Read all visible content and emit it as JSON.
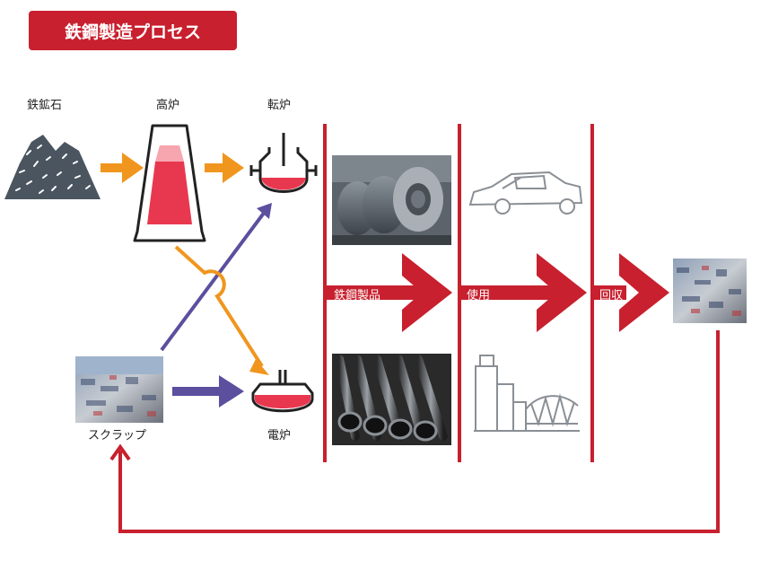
{
  "title": "鉄鋼製造プロセス",
  "labels": {
    "iron_ore": "鉄鉱石",
    "blast_furnace": "高炉",
    "converter": "転炉",
    "electric_furnace": "電炉",
    "scrap": "スクラップ"
  },
  "stages": {
    "steel_products": "鉄鋼製品",
    "use": "使用",
    "recovery": "回収"
  },
  "colors": {
    "brand_red": "#c8202e",
    "orange": "#f0961e",
    "purple": "#5b4f9e",
    "pink_fill": "#e8384f",
    "ore_gray": "#4a5560"
  },
  "icons": [
    "mountain-ore-icon",
    "blast-furnace-icon",
    "converter-icon",
    "electric-furnace-icon",
    "car-icon",
    "building-bridge-icon"
  ]
}
